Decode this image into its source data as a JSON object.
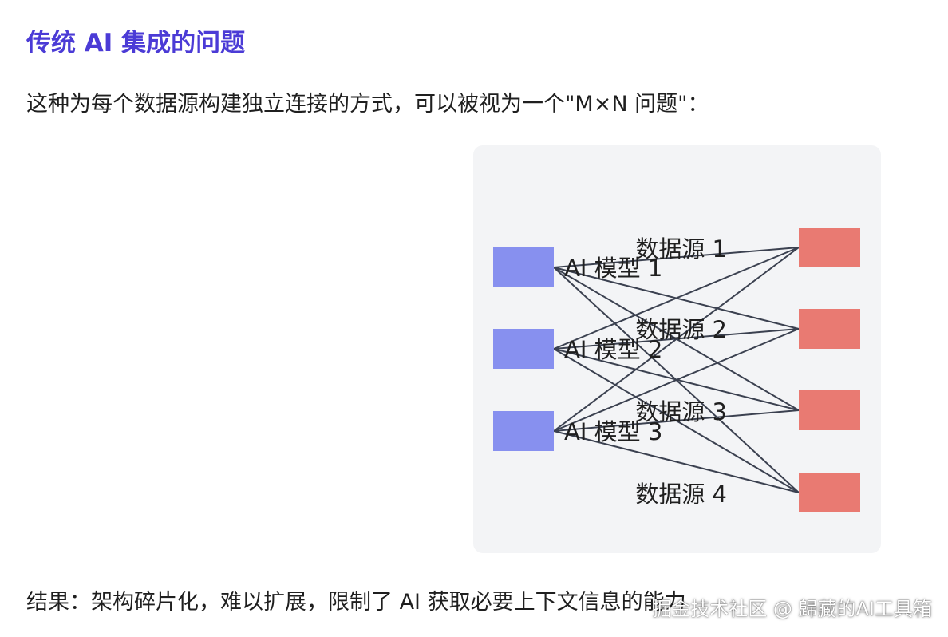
{
  "heading": "传统 AI 集成的问题",
  "intro_text": "这种为每个数据源构建独立连接的方式，可以被视为一个\"M×N 问题\"：",
  "diagram": {
    "models": [
      {
        "label": "AI 模型 1"
      },
      {
        "label": "AI 模型 2"
      },
      {
        "label": "AI 模型 3"
      }
    ],
    "sources": [
      {
        "label": "数据源 1"
      },
      {
        "label": "数据源 2"
      },
      {
        "label": "数据源 3"
      },
      {
        "label": "数据源 4"
      }
    ],
    "colors": {
      "model": "#8790ef",
      "source": "#e97a72",
      "line": "#3b4150",
      "panel": "#f3f4f6"
    }
  },
  "result_text": "结果：架构碎片化，难以扩展，限制了 AI 获取必要上下文信息的能力",
  "watermark": "掘金技术社区 @ 歸藏的AI工具箱"
}
